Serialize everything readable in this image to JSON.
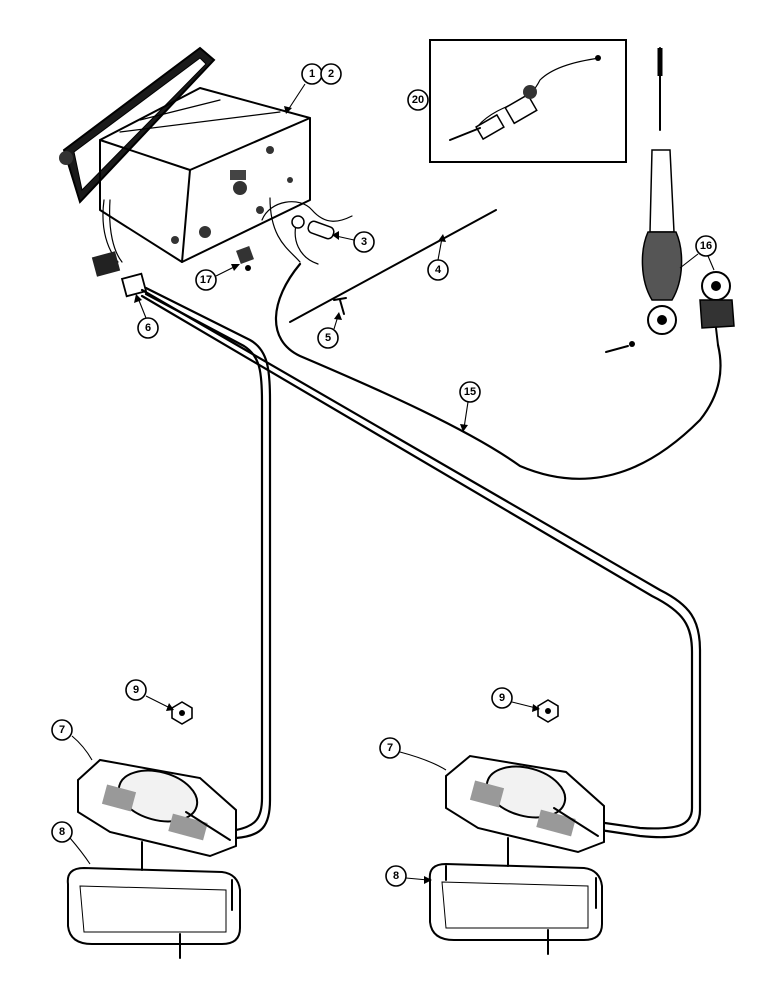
{
  "callouts": {
    "c1": "1",
    "c2": "2",
    "c3": "3",
    "c4": "4",
    "c5": "5",
    "c6": "6",
    "c7_left": "7",
    "c7_right": "7",
    "c8_left": "8",
    "c8_right": "8",
    "c9_left": "9",
    "c9_right": "9",
    "c15": "15",
    "c16": "16",
    "c17": "17",
    "c20": "20"
  },
  "colors": {
    "ink": "#000000",
    "paper": "#ffffff",
    "speaker_cone": "#f2f2f2",
    "speaker_mesh": "#999999"
  }
}
